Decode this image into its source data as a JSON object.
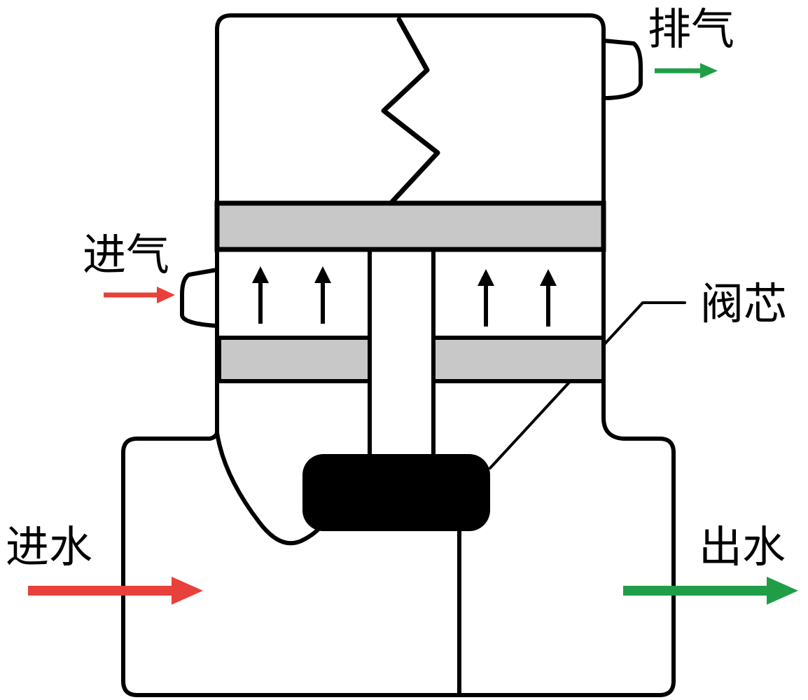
{
  "labels": {
    "exhaust": "排气",
    "air_inlet": "进气",
    "valve_core": "阀芯",
    "water_inlet": "进水",
    "water_outlet": "出水"
  },
  "colors": {
    "inlet_arrow": "#e8403a",
    "outlet_arrow": "#1f9e47",
    "piston_fill": "#c8c8c8",
    "valve_core_fill": "#000000",
    "line": "#000000"
  },
  "icons": {
    "air_flow": "arrow-up-icon",
    "inflow": "arrow-right-icon",
    "outflow": "arrow-right-icon"
  }
}
